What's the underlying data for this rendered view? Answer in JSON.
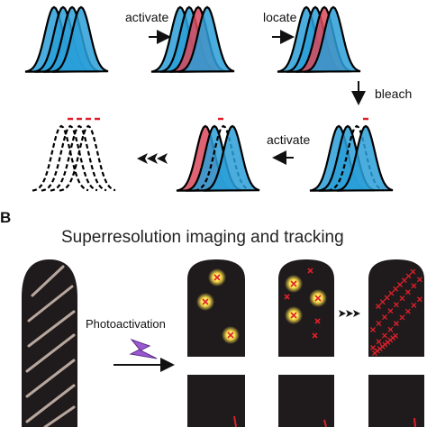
{
  "panel_a": {
    "step_labels": {
      "activate_1": "activate",
      "locate": "locate",
      "bleach": "bleach",
      "activate_2": "activate"
    }
  },
  "panel_b": {
    "letter": "B",
    "title": "Superresolution imaging and tracking",
    "photoactivation_label": "Photoactivation"
  },
  "colors": {
    "blue": "#2a9fd8",
    "red": "#d9485a",
    "black": "#000000",
    "cell": "#1f1b1c",
    "filament": "#b8a79e",
    "spot_glow": "#ffe14a",
    "marker_red": "#e0202a",
    "lightning": "#9b59d0"
  }
}
